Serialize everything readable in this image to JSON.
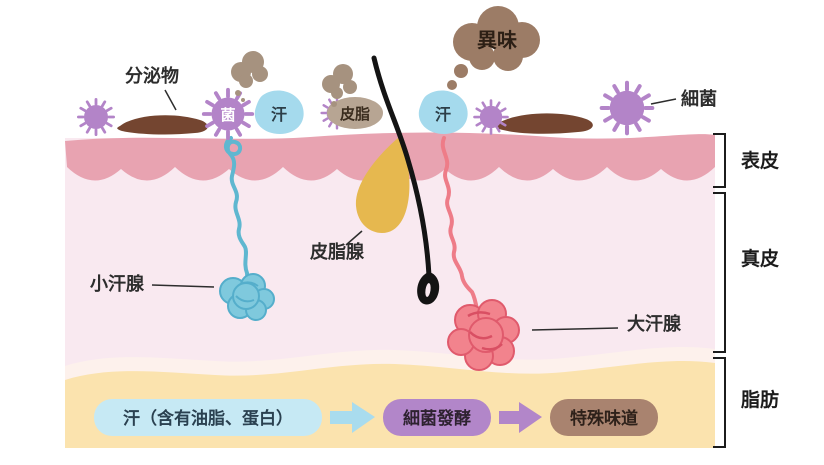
{
  "labels": {
    "odor_cloud": "異味",
    "secretion": "分泌物",
    "germ_small": "菌",
    "sweat_left": "汗",
    "sebum_surface": "皮脂",
    "sweat_right": "汗",
    "bacteria": "細菌",
    "eccrine_gland": "小汗腺",
    "sebaceous_gland": "皮脂腺",
    "apocrine_gland": "大汗腺",
    "layer_epidermis": "表皮",
    "layer_dermis": "真皮",
    "layer_fat": "脂肪"
  },
  "flow": {
    "step1": "汗（含有油脂、蛋白）",
    "step2": "細菌發酵",
    "step3": "特殊味道"
  },
  "colors": {
    "epidermis": "#e8a3b1",
    "dermis": "#f9e9f0",
    "dermis_light": "#fdf1ec",
    "fat": "#fbe3ae",
    "bacteria": "#b384c8",
    "sweat_drop": "#a5daed",
    "sebum_gland": "#e6b84f",
    "sebum_surface": "#b7a593",
    "eccrine": "#7fc9dd",
    "apocrine": "#f2838d",
    "secretion_smear": "#744530",
    "odor_cloud": "#9c7c66",
    "flow_step1_bg": "#c6e9f4",
    "flow_step2_bg": "#b286c9",
    "flow_step3_bg": "#a9836f"
  }
}
